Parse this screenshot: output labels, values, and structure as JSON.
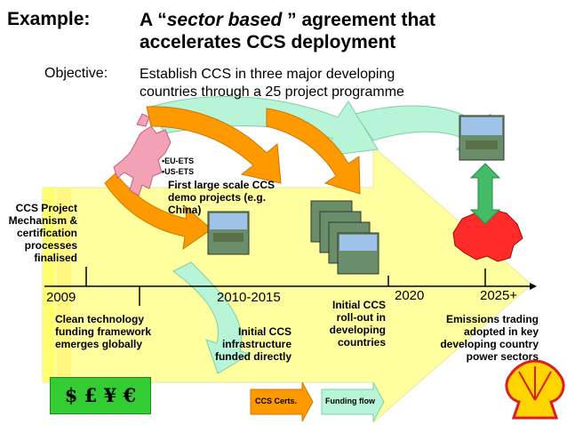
{
  "title": {
    "label": "Example:",
    "prefix": "A “",
    "emphasis": "sector based",
    "suffix": " ” agreement that",
    "line2": "accelerates CCS deployment"
  },
  "objective": {
    "label": "Objective:",
    "line1": "Establish CCS in three major developing",
    "line2": "countries through a 25 project programme"
  },
  "bullets": [
    "EU-ETS",
    "US-ETS"
  ],
  "demo_caption": "First large scale CCS demo projects (e.g. China)",
  "timeline": {
    "years": [
      "2009",
      "2010-2015",
      "2020",
      "2025+"
    ]
  },
  "milestones": {
    "mechanism": "CCS Project Mechanism & certification processes finalised",
    "clean_tech": "Clean technology funding framework emerges globally",
    "initial_infra": "Initial CCS infrastructure funded directly",
    "rollout": "Initial CCS roll-out in developing countries",
    "emissions": "Emissions trading adopted in key developing country power sectors"
  },
  "money": "$ £ ¥ €",
  "legend": {
    "ccs_certs": "CCS Certs.",
    "funding_flow": "Funding flow"
  },
  "colors": {
    "big_arrow": "#ffffa0",
    "ccs_certs_arrow": "#ff9900",
    "funding_arrow": "#b8f5d8",
    "money_box": "#33cc33",
    "shell_red": "#dd1d21",
    "shell_yellow": "#ffd500"
  }
}
